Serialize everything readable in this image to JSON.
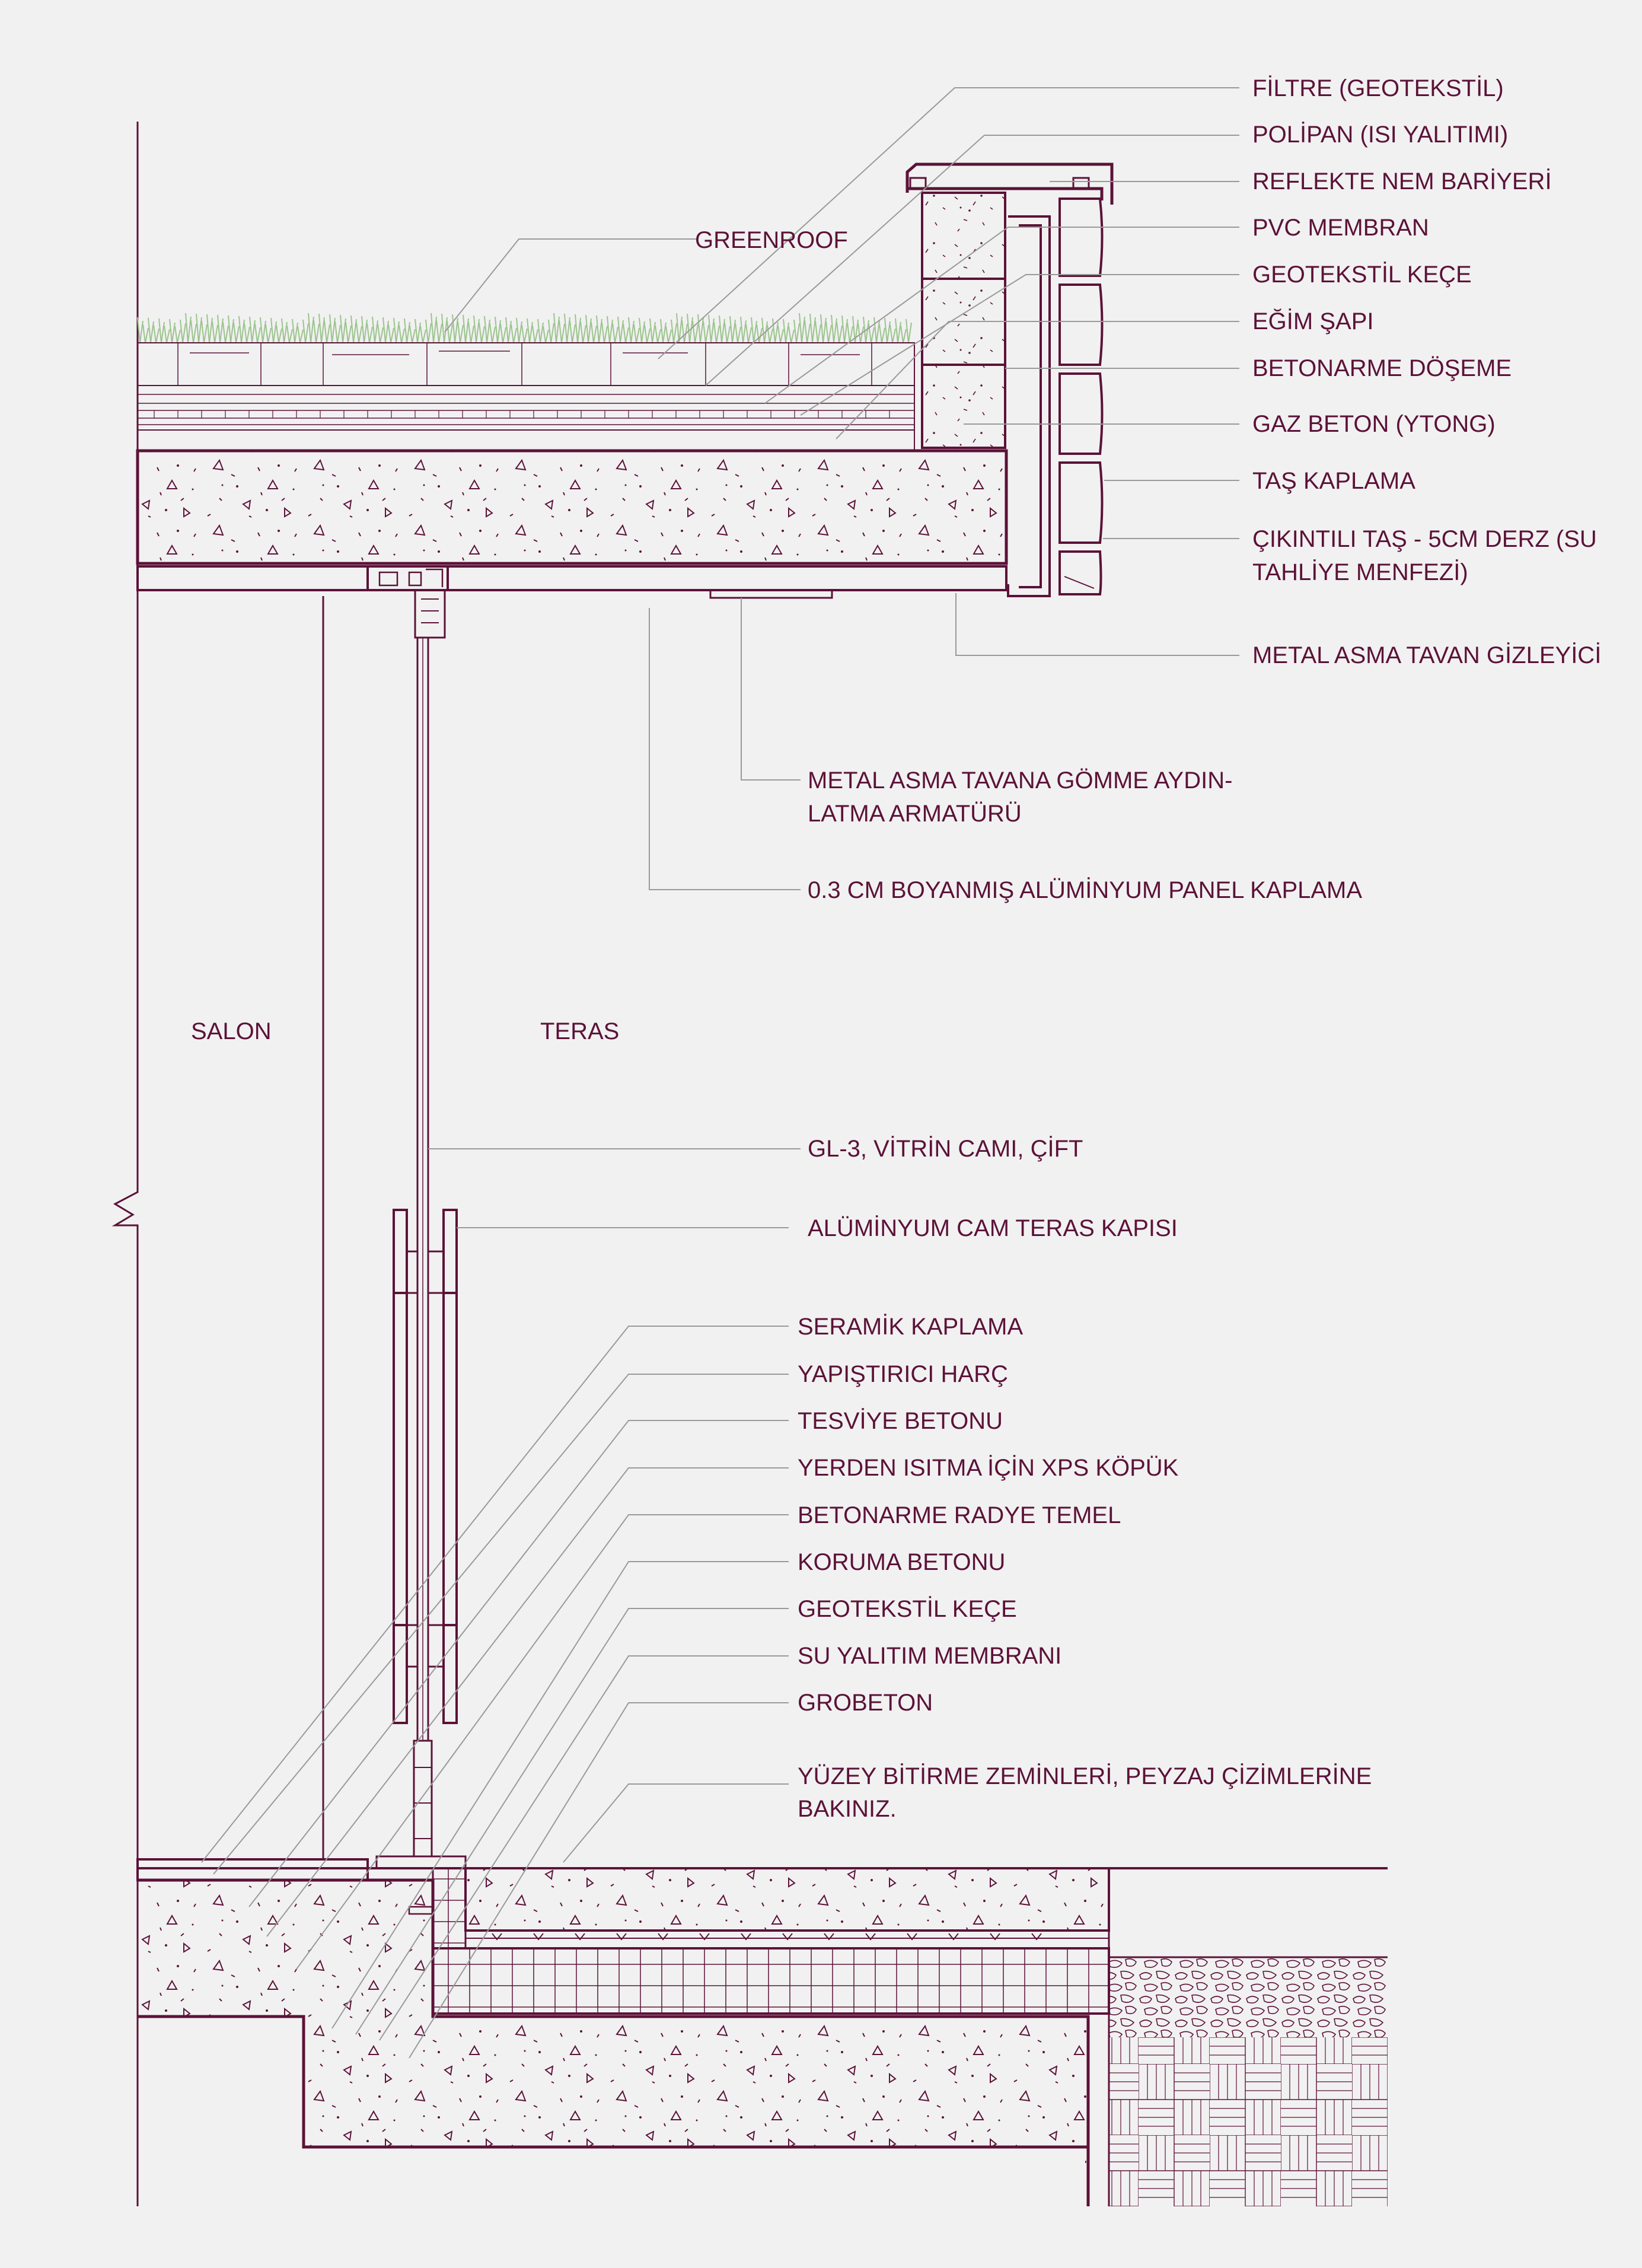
{
  "colors": {
    "ink": "#5c1238",
    "leader": "#9a9a9a",
    "grass": "#9bc48d",
    "background": "#f1f1f1"
  },
  "rooms": {
    "salon": "SALON",
    "teras": "TERAS"
  },
  "roof": {
    "greenroof": "GREENROOF",
    "labels": [
      "FİLTRE (GEOTEKSTİL)",
      "POLİPAN (ISI YALITIMI)",
      "REFLEKTE NEM BARİYERİ",
      "PVC MEMBRAN",
      "GEOTEKSTİL KEÇE",
      "EĞİM ŞAPI",
      "BETONARME DÖŞEME",
      "GAZ BETON (YTONG)",
      "TAŞ KAPLAMA",
      "ÇIKINTILI TAŞ - 5CM DERZ (SU",
      "TAHLİYE MENFEZİ)",
      "METAL ASMA TAVAN GİZLEYİCİ"
    ]
  },
  "ceiling": {
    "lighting_1": "METAL ASMA TAVANA GÖMME AYDIN-",
    "lighting_2": "LATMA ARMATÜRÜ",
    "panel": "0.3 CM BOYANMIŞ ALÜMİNYUM PANEL KAPLAMA"
  },
  "glazing": {
    "glass": "GL-3, VİTRİN CAMI, ÇİFT",
    "door": "ALÜMİNYUM CAM TERAS KAPISI"
  },
  "floor": {
    "labels": [
      "SERAMİK KAPLAMA",
      "YAPIŞTIRICI HARÇ",
      "TESVİYE BETONU",
      "YERDEN ISITMA İÇİN XPS KÖPÜK",
      "BETONARME RADYE TEMEL",
      "KORUMA BETONU",
      "GEOTEKSTİL KEÇE",
      "SU YALITIM MEMBRANI",
      "GROBETON"
    ],
    "surface_1": "YÜZEY BİTİRME ZEMİNLERİ, PEYZAJ ÇİZİMLERİNE",
    "surface_2": "BAKINIZ."
  }
}
